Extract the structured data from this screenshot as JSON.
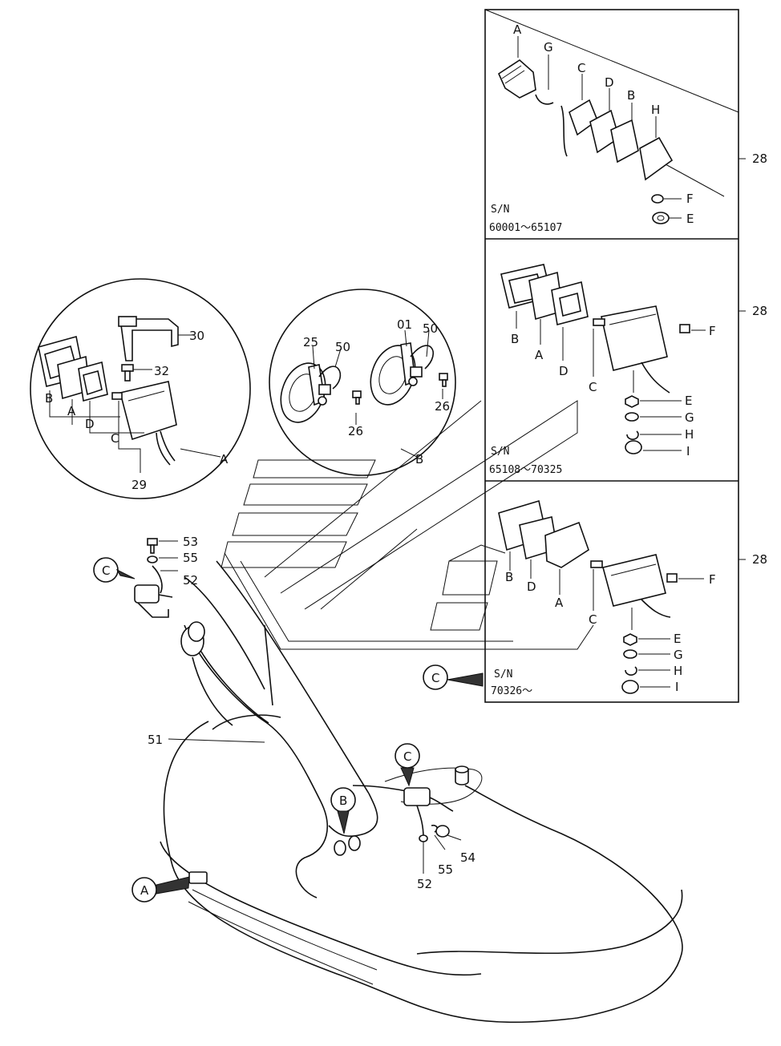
{
  "callouts": {
    "A": "A",
    "B": "B",
    "C": "C",
    "D": "D",
    "E": "E",
    "F": "F",
    "G": "G",
    "H": "H",
    "I": "I"
  },
  "parts": {
    "p01": "01",
    "p25": "25",
    "p26": "26",
    "p28": "28",
    "p29": "29",
    "p30": "30",
    "p32": "32",
    "p50": "50",
    "p51": "51",
    "p52": "52",
    "p53": "53",
    "p54": "54",
    "p55": "55"
  },
  "serials": {
    "label": "S/N",
    "range1": "60001～65107",
    "range2": "65108～70325",
    "range3": "70326～"
  }
}
